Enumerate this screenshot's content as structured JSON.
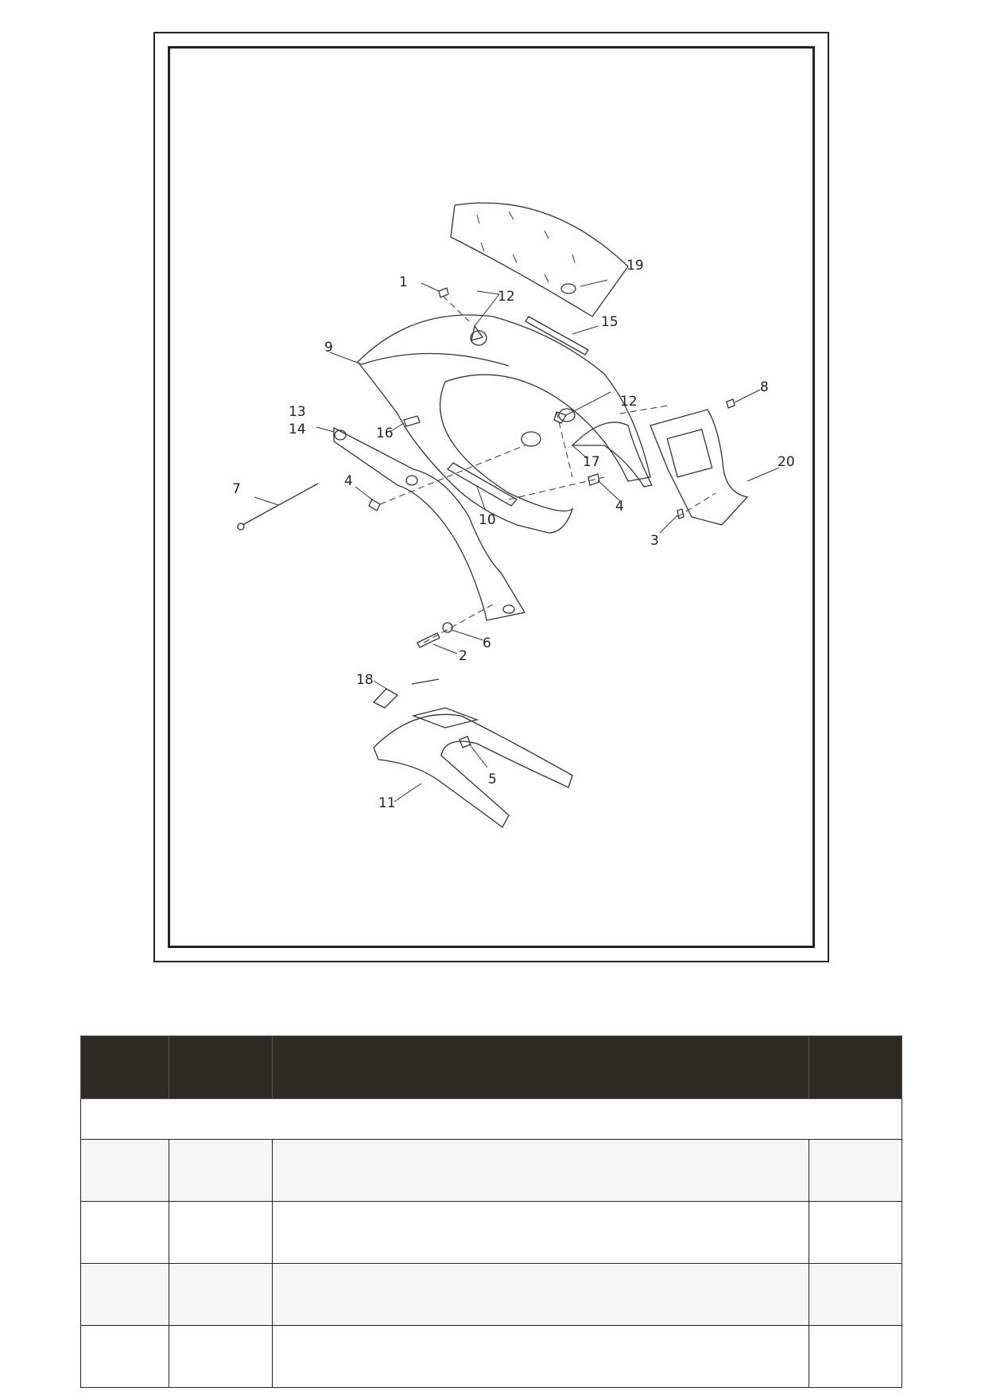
{
  "diagram": {
    "callouts": [
      "1",
      "2",
      "3",
      "4",
      "4",
      "5",
      "6",
      "7",
      "8",
      "9",
      "10",
      "11",
      "12",
      "12",
      "13",
      "14",
      "15",
      "16",
      "17",
      "18",
      "19",
      "20"
    ]
  },
  "parts_table": {
    "headers": [
      "",
      "",
      "",
      ""
    ],
    "section_label": "",
    "rows": [
      [
        "",
        "",
        "",
        ""
      ],
      [
        "",
        "",
        "",
        ""
      ],
      [
        "",
        "",
        "",
        ""
      ],
      [
        "",
        "",
        "",
        ""
      ]
    ]
  }
}
